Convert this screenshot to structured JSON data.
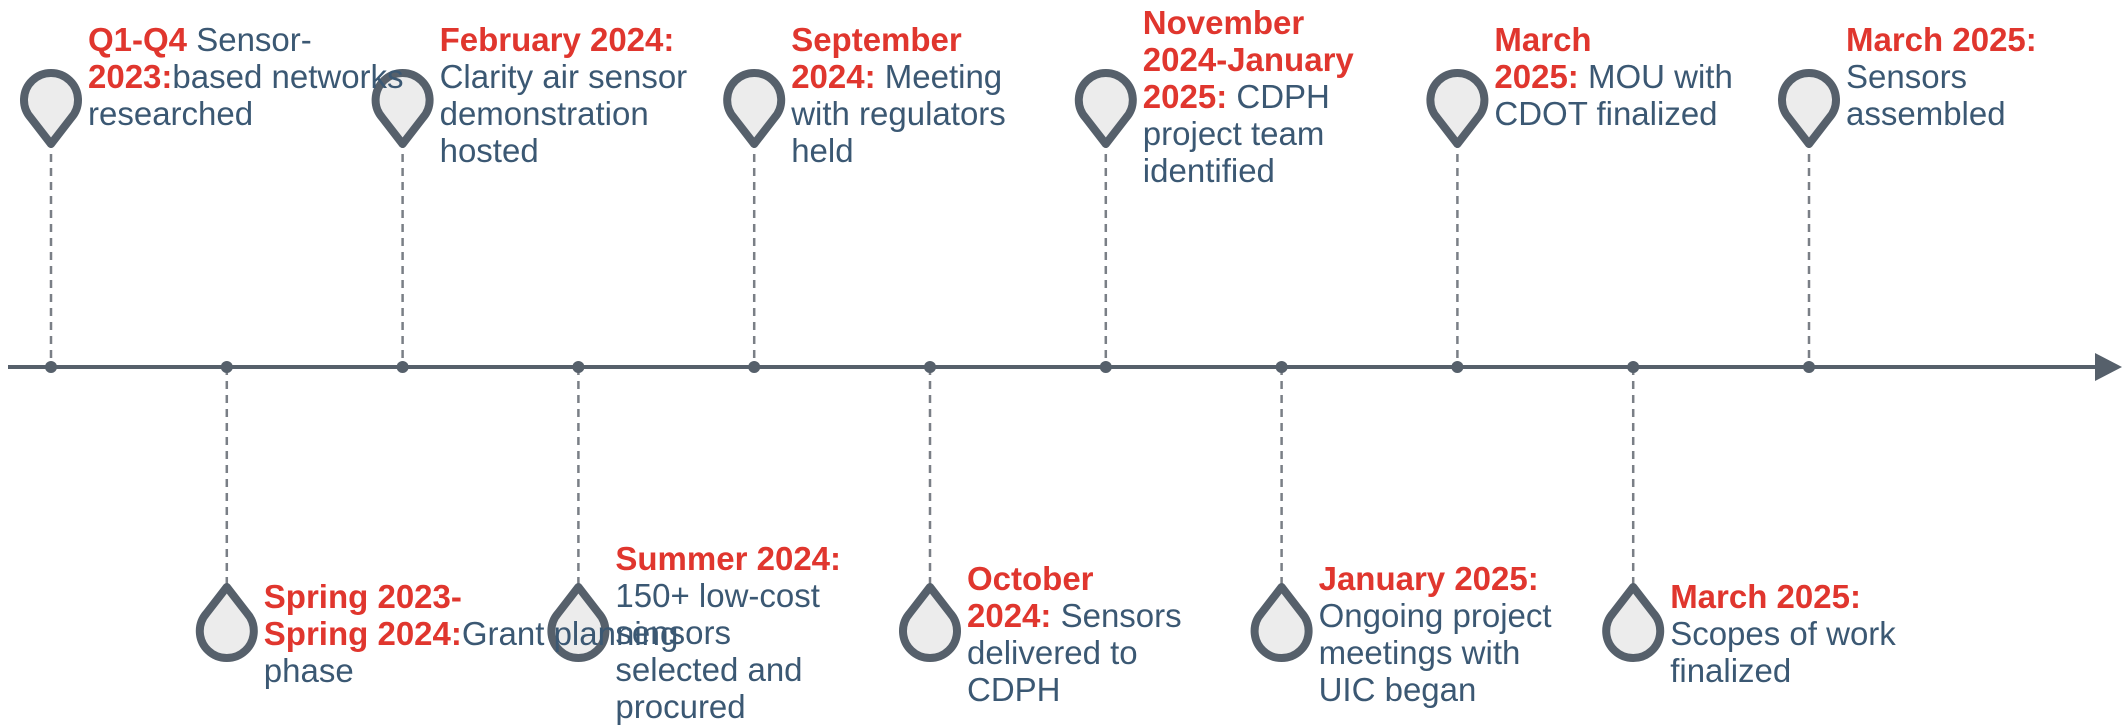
{
  "timeline": {
    "events": [
      {
        "date": "Q1-Q4 2023:",
        "date_lines": [
          "Q1-Q4",
          "2023:"
        ],
        "desc_lines": [
          " Sensor-",
          "based networks",
          "researched"
        ],
        "position": "top"
      },
      {
        "date": "Spring 2023-Spring 2024:",
        "date_lines": [
          "Spring 2023-",
          "Spring 2024:"
        ],
        "desc_lines": [
          "",
          "Grant planning",
          "phase"
        ],
        "position": "bottom"
      },
      {
        "date": "February 2024:",
        "date_lines": [
          "February 2024:"
        ],
        "desc_lines": [
          "",
          "Clarity air sensor",
          "demonstration",
          "hosted"
        ],
        "position": "top"
      },
      {
        "date": "Summer 2024:",
        "date_lines": [
          "Summer 2024:"
        ],
        "desc_lines": [
          "",
          "150+ low-cost",
          "sensors",
          "selected and",
          "procured"
        ],
        "position": "bottom"
      },
      {
        "date": "September 2024:",
        "date_lines": [
          "September",
          "2024:"
        ],
        "desc_lines": [
          "",
          " Meeting",
          "with regulators",
          "held"
        ],
        "position": "top"
      },
      {
        "date": "October 2024:",
        "date_lines": [
          "October",
          "2024:"
        ],
        "desc_lines": [
          "",
          " Sensors",
          "delivered to",
          "CDPH"
        ],
        "position": "bottom"
      },
      {
        "date": "November 2024-January 2025:",
        "date_lines": [
          "November",
          "2024-January",
          "2025:"
        ],
        "desc_lines": [
          "",
          "",
          " CDPH",
          "project team",
          "identified"
        ],
        "position": "top"
      },
      {
        "date": "January 2025:",
        "date_lines": [
          "January 2025:"
        ],
        "desc_lines": [
          "",
          "Ongoing project",
          "meetings with",
          "UIC began"
        ],
        "position": "bottom"
      },
      {
        "date": "March 2025:",
        "date_lines": [
          "March",
          "2025:"
        ],
        "desc_lines": [
          "",
          " MOU with",
          "CDOT finalized"
        ],
        "position": "top"
      },
      {
        "date": "March 2025:",
        "date_lines": [
          "March 2025:"
        ],
        "desc_lines": [
          "",
          "Scopes of work",
          "finalized"
        ],
        "position": "bottom"
      },
      {
        "date": "March 2025:",
        "date_lines": [
          "March 2025:"
        ],
        "desc_lines": [
          "",
          "Sensors",
          "assembled"
        ],
        "position": "top"
      }
    ]
  },
  "colors": {
    "date": "#e0362e",
    "description": "#3b5873",
    "axis": "#56606b",
    "marker_fill": "#ececec",
    "connector": "#7a7f86"
  }
}
